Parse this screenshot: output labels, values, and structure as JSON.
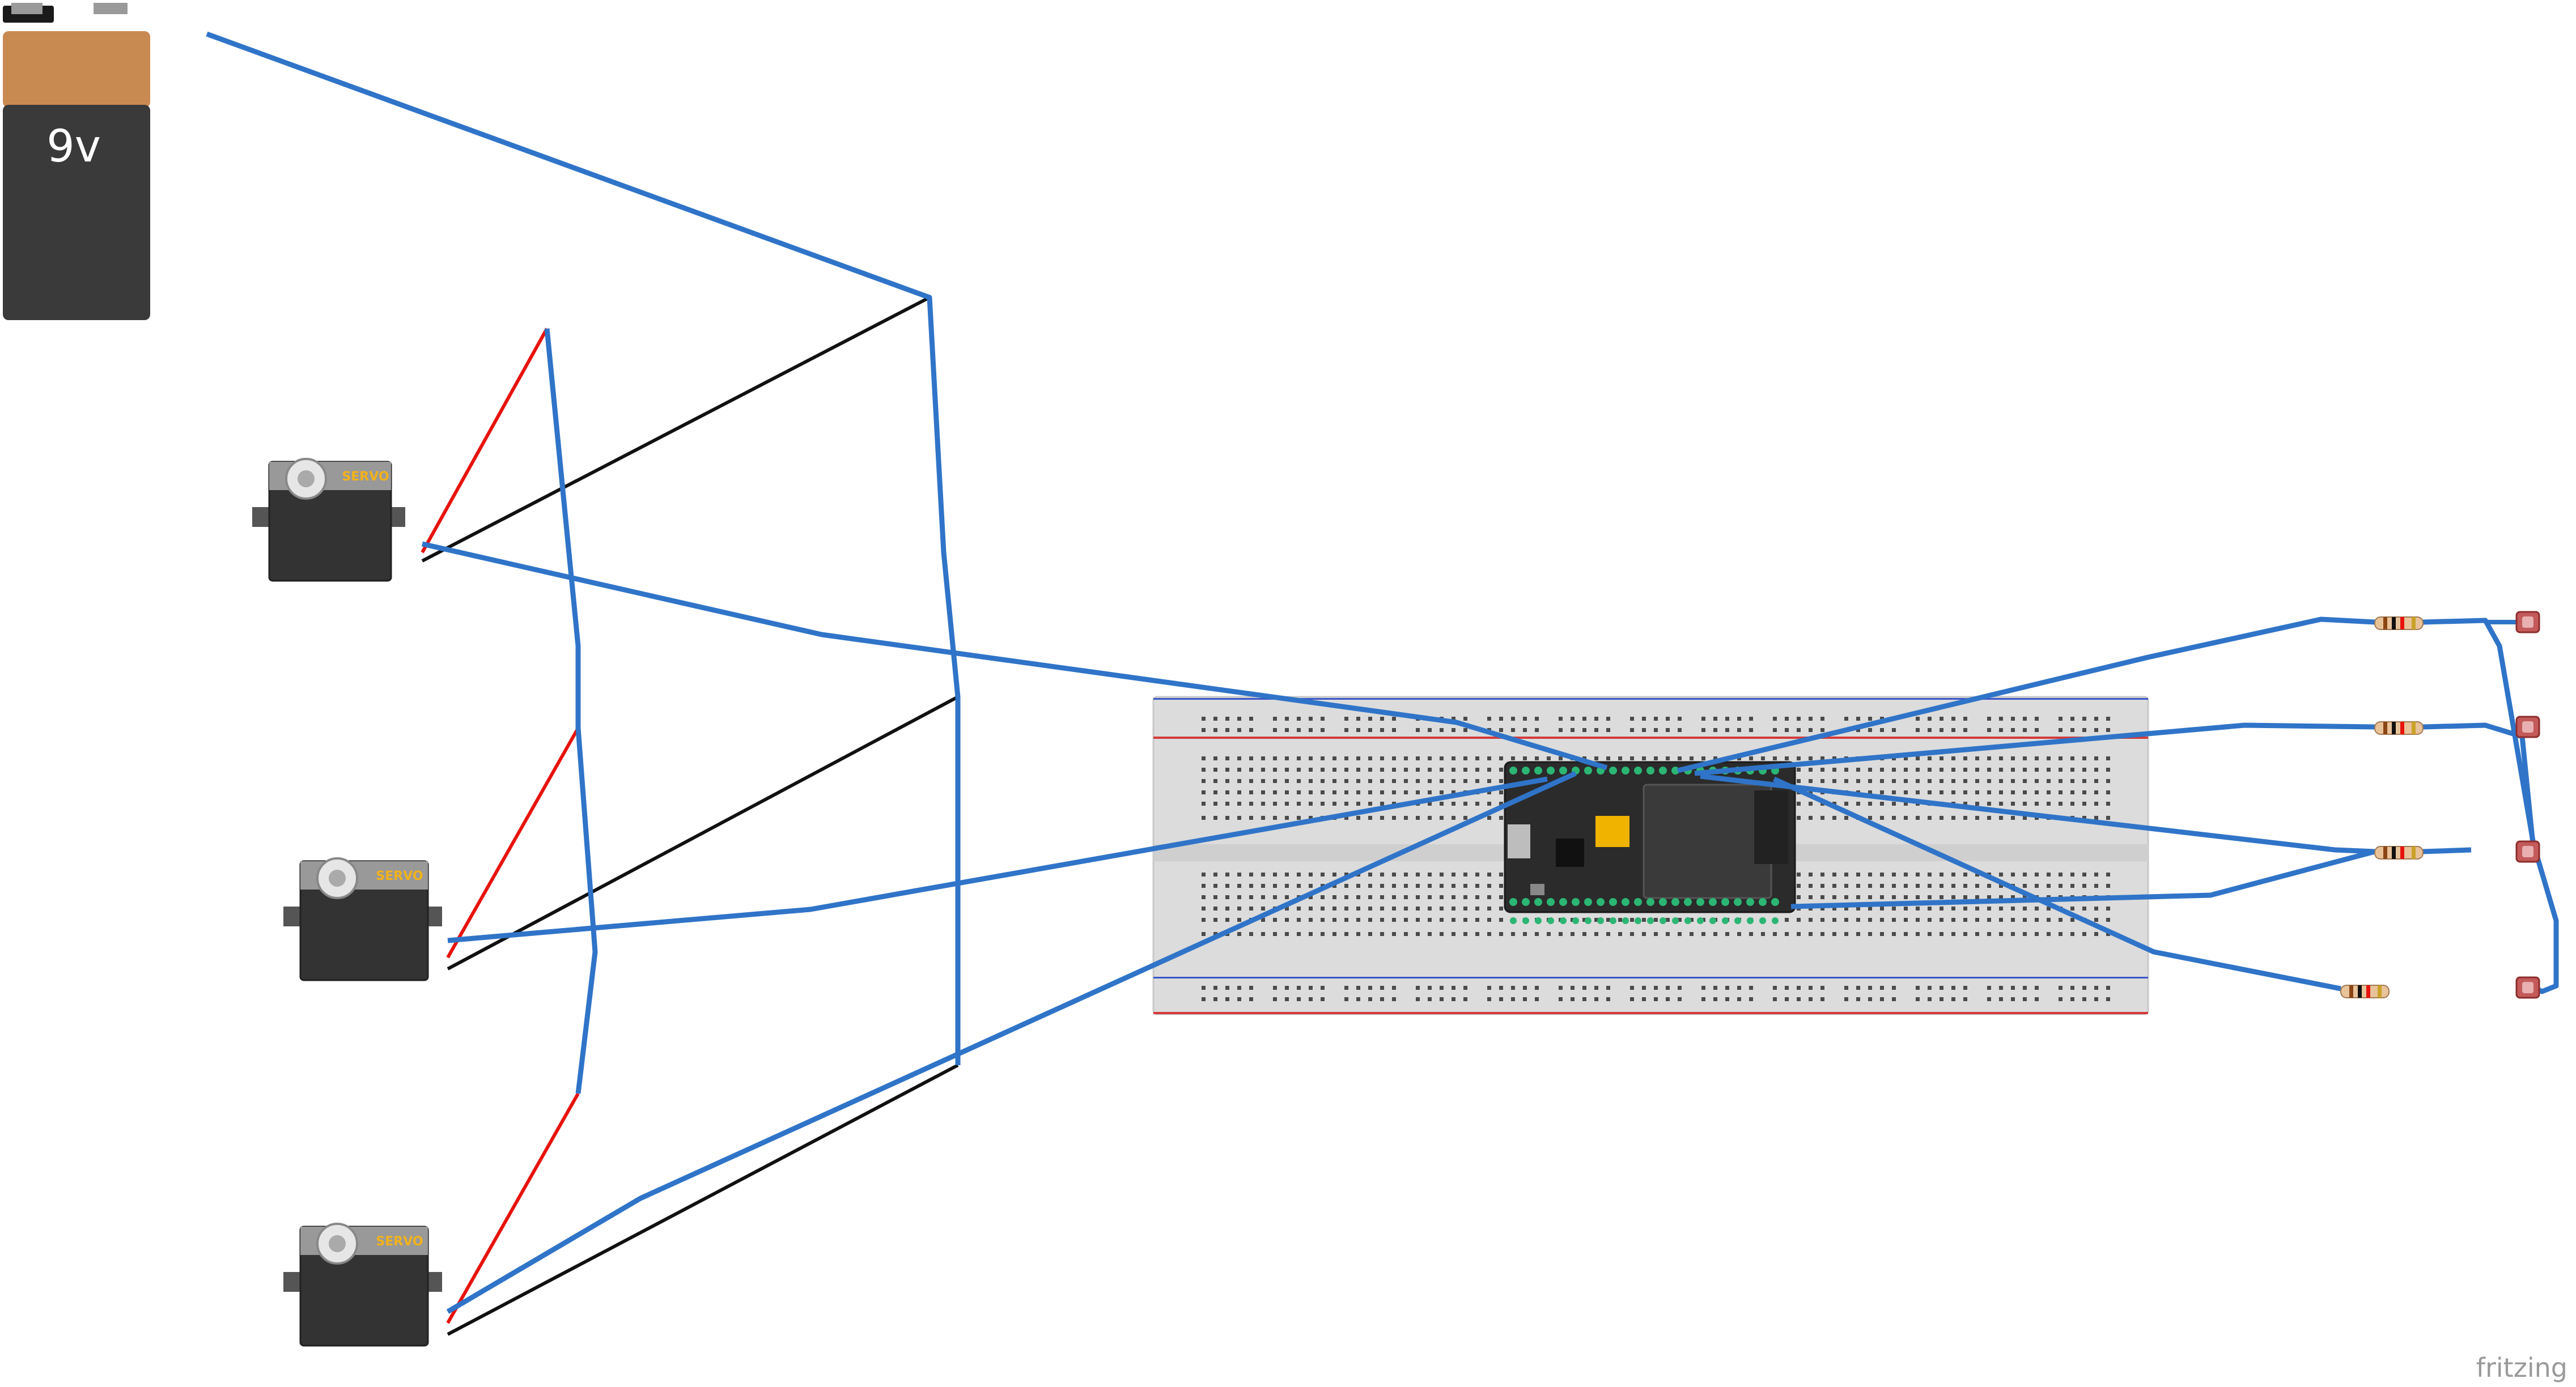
{
  "battery": {
    "label": "9v",
    "colors": {
      "top": "#c98a52",
      "body": "#3a3a3a",
      "cap": "#1a1a1a"
    }
  },
  "servos": [
    {
      "label": "SERVO"
    },
    {
      "label": "SERVO"
    },
    {
      "label": "SERVO"
    }
  ],
  "watermark": "fritzing",
  "colors": {
    "wire_blue": "#2f74c8",
    "wire_red": "#e8120c",
    "wire_black": "#111111",
    "breadboard": "#dcdcdc",
    "rail_red": "#d43a3a",
    "rail_blue": "#3a55c8",
    "board": "#2b2b2b",
    "module": "#3a3a3a",
    "pin_green": "#2bb673",
    "servo_label": "#f2b21b"
  },
  "components": {
    "resistor_count": 4,
    "photocell_count": 4,
    "servo_count": 3
  }
}
